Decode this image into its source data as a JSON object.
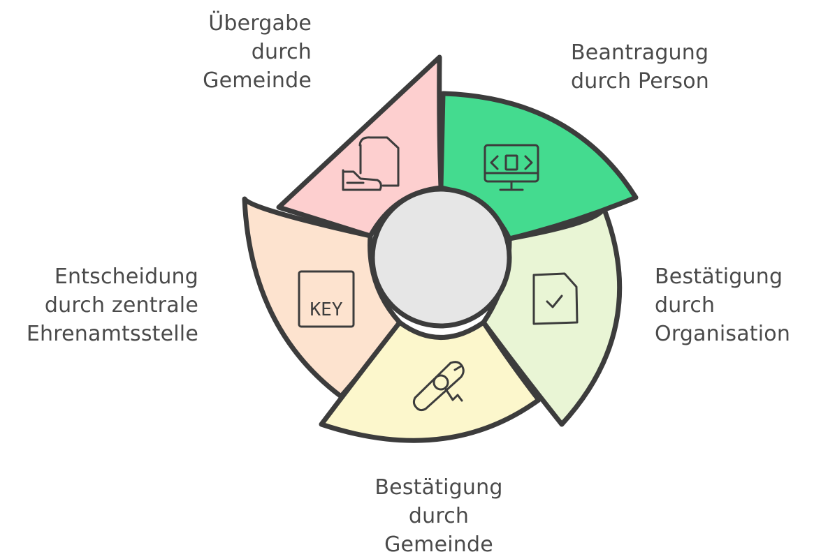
{
  "segments": [
    {
      "id": "beantragung",
      "lines": [
        "Beantragung",
        "durch Person"
      ],
      "color": "#44db8f",
      "icon": "monitor-code-icon"
    },
    {
      "id": "bestaetigung-organisation",
      "lines": [
        "Bestätigung",
        "durch",
        "Organisation"
      ],
      "color": "#e9f5d5",
      "icon": "document-check-icon"
    },
    {
      "id": "bestaetigung-gemeinde",
      "lines": [
        "Bestätigung",
        "durch",
        "Gemeinde"
      ],
      "color": "#fcf7cc",
      "icon": "diploma-icon"
    },
    {
      "id": "entscheidung",
      "lines": [
        "Entscheidung",
        "durch zentrale",
        "Ehrenamtsstelle"
      ],
      "color": "#fde3cf",
      "icon": "key-icon",
      "icon_text": "KEY"
    },
    {
      "id": "uebergabe",
      "lines": [
        "Übergabe",
        "durch",
        "Gemeinde"
      ],
      "color": "#fdcfcf",
      "icon": "hand-document-icon"
    }
  ],
  "center": {
    "color": "#e6e6e6"
  }
}
